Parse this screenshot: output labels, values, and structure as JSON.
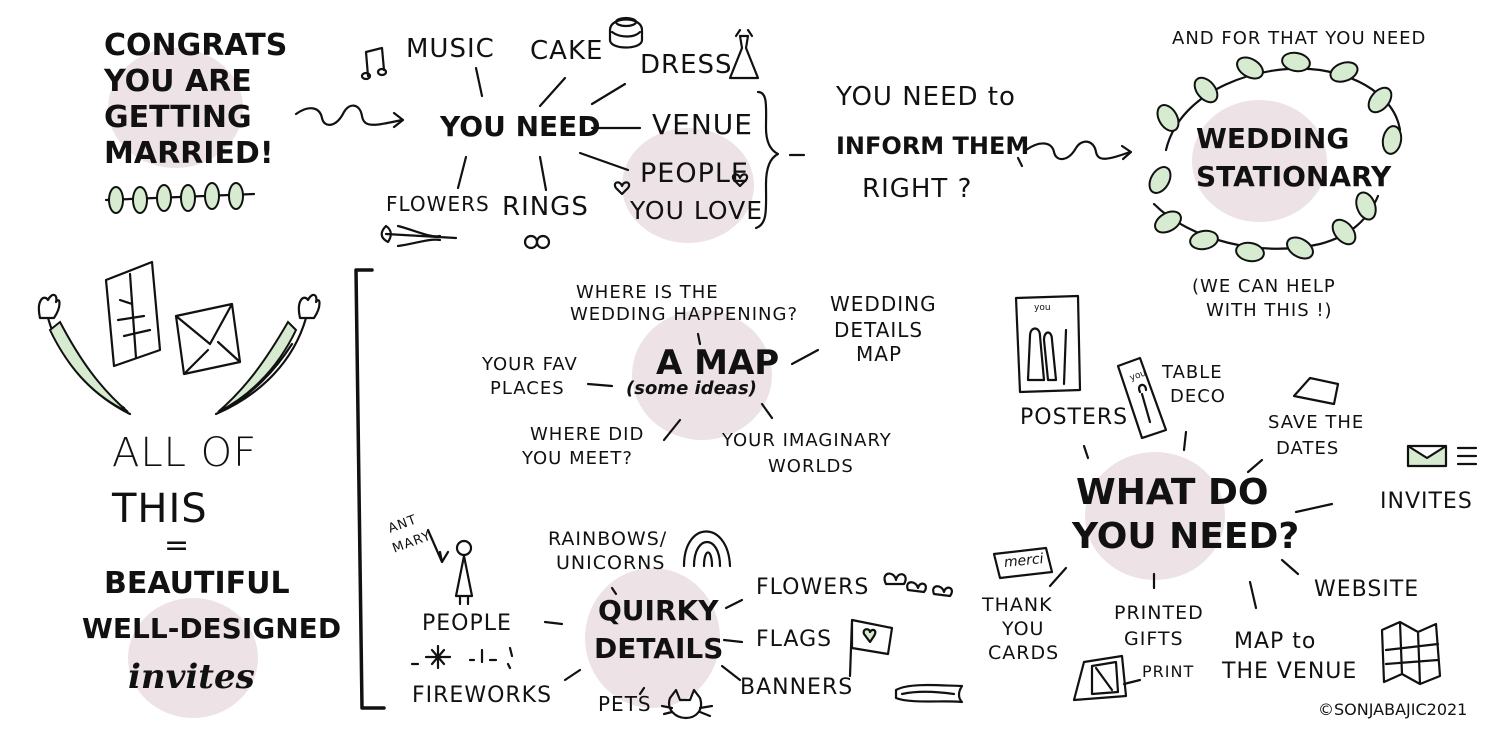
{
  "colors": {
    "blob": "#ede2e5",
    "leaf": "#d6ebcf",
    "ink": "#111111"
  },
  "congrats": {
    "lines": [
      "CONGRATS",
      "YOU ARE",
      "GETTING",
      "MARRIED!"
    ]
  },
  "you_need": {
    "center": "YOU NEED",
    "items": {
      "music": "MUSIC",
      "cake": "CAKE",
      "dress": "DRESS",
      "venue": "VENUE",
      "people": [
        "PEOPLE",
        "YOU LOVE"
      ],
      "flowers": "FLOWERS",
      "rings": "RINGS"
    }
  },
  "inform": {
    "line1": "YOU NEED to",
    "line2": "INFORM THEM",
    "line3": "RIGHT ?"
  },
  "stationary": {
    "top": "AND FOR THAT YOU NEED",
    "center": [
      "WEDDING",
      "STATIONARY"
    ],
    "bottom": [
      "(WE CAN HELP",
      "WITH THIS !)"
    ]
  },
  "all_of_this": {
    "lines": [
      "ALL OF",
      "THIS",
      "="
    ],
    "result": [
      "BEAUTIFUL",
      "WELL-DESIGNED",
      "invites"
    ]
  },
  "map": {
    "center": "A MAP",
    "sub": "(some ideas)",
    "items": {
      "where": [
        "WHERE IS THE",
        "WEDDING HAPPENING?"
      ],
      "details": [
        "WEDDING",
        "DETAILS",
        "MAP"
      ],
      "fav": [
        "YOUR FAV",
        "PLACES"
      ],
      "meet": [
        "WHERE DID",
        "YOU MEET?"
      ],
      "imaginary": [
        "YOUR IMAGINARY",
        "WORLDS"
      ]
    }
  },
  "quirky": {
    "center": [
      "QUIRKY",
      "DETAILS"
    ],
    "items": {
      "aunt": [
        "ANT",
        "MARY"
      ],
      "rainbows": [
        "RAINBOWS/",
        "UNICORNS"
      ],
      "people": "PEOPLE",
      "flowers": "FLOWERS",
      "flags": "FLAGS",
      "fireworks": "FIREWORKS",
      "pets": "PETS",
      "banners": "BANNERS"
    }
  },
  "what": {
    "center": [
      "WHAT DO",
      "YOU NEED?"
    ],
    "items": {
      "posters": "POSTERS",
      "poster_tag": "you",
      "table": [
        "TABLE",
        "DECO"
      ],
      "table_tag": "you",
      "save": [
        "SAVE THE",
        "DATES"
      ],
      "invites": "INVITES",
      "website": "WEBSITE",
      "map": [
        "MAP to",
        "THE VENUE"
      ],
      "gifts": [
        "PRINTED",
        "GIFTS"
      ],
      "print": "PRINT",
      "thank": [
        "THANK",
        "YOU",
        "CARDS"
      ],
      "merci": "merci"
    }
  },
  "copyright": "©SONJABAJIC2021"
}
